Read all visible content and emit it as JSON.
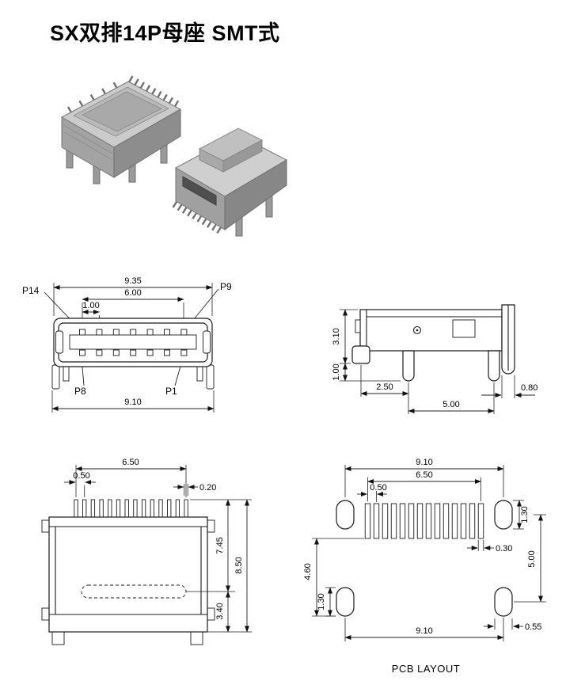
{
  "title": "SX双排14P母座 SMT式",
  "front_view": {
    "dim_total_width": "9.35",
    "dim_pin_span": "6.00",
    "dim_pitch": "1.00",
    "dim_bottom_width": "9.10",
    "pin_p14": "P14",
    "pin_p9": "P9",
    "pin_p8": "P8",
    "pin_p1": "P1"
  },
  "side_view": {
    "dim_height": "3.10",
    "dim_foot": "1.00",
    "dim_offset": "2.50",
    "dim_clip_width": "0.80",
    "dim_peg_span": "5.00"
  },
  "top_view": {
    "dim_pin_span": "6.50",
    "dim_pitch": "0.50",
    "dim_pin_width": "0.20",
    "dim_body_depth": "7.45",
    "dim_total_depth": "8.50",
    "dim_lower_depth": "3.40"
  },
  "pcb_layout": {
    "caption": "PCB LAYOUT",
    "dim_top_span": "9.10",
    "dim_pad_row_span": "6.50",
    "dim_pad_pitch": "0.50",
    "dim_hole_height_top": "1.30",
    "dim_pad_width": "0.30",
    "dim_row_to_hole": "4.60",
    "dim_hole_col_span": "5.00",
    "dim_hole_height_bottom": "1.30",
    "dim_bottom_span": "9.10",
    "dim_hole_width": "0.55"
  }
}
